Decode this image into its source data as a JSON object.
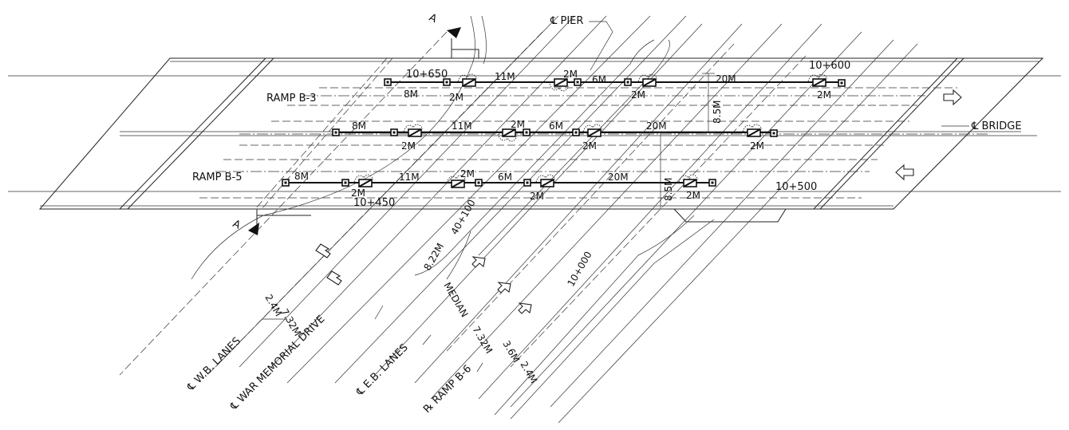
{
  "labels": {
    "pier": "℄ PIER",
    "bridge": "℄ BRIDGE",
    "ramp_b3": "RAMP B-3",
    "ramp_b5": "RAMP B-5",
    "section": "A",
    "sta_10_650": "10+650",
    "sta_10_600": "10+600",
    "sta_10_500": "10+500",
    "sta_10_450": "10+450",
    "sta_40_100": "40+100",
    "sta_10_000": "10+000",
    "median": "MEDIAN",
    "wb_lanes": "℄ W.B. LANES",
    "war_memorial": "℄ WAR MEMORIAL DRIVE",
    "eb_lanes": "℄ E.B. LANES",
    "ramp_b6": "℞ RAMP B-6"
  },
  "dims": {
    "d8": "8M",
    "d11": "11M",
    "d2": "2M",
    "d6": "6M",
    "d20": "20M",
    "d8_5": "8.5M",
    "d8_22": "8.22M",
    "d7_32": "7.32M",
    "d2_4": "2.4M",
    "d3_6": "3.6M"
  }
}
